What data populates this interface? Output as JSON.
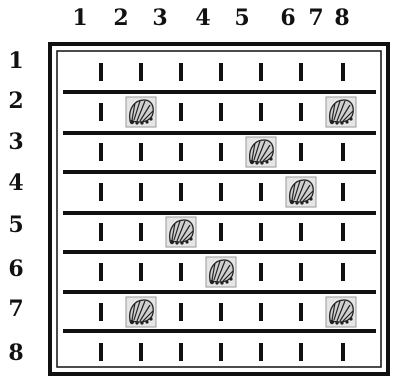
{
  "board": {
    "column_labels": [
      "1",
      "2",
      "3",
      "4",
      "5",
      "6",
      "7",
      "8"
    ],
    "row_labels": [
      "1",
      "2",
      "3",
      "4",
      "5",
      "6",
      "7",
      "8"
    ],
    "ink_color": "#111111",
    "paper_color": "#ffffff",
    "piece_icon": "shell-icon",
    "pieces": [
      {
        "row": 2,
        "col": 2
      },
      {
        "row": 2,
        "col": 7
      },
      {
        "row": 3,
        "col": 5
      },
      {
        "row": 4,
        "col": 6
      },
      {
        "row": 5,
        "col": 3
      },
      {
        "row": 6,
        "col": 4
      },
      {
        "row": 7,
        "col": 2
      },
      {
        "row": 7,
        "col": 7
      }
    ]
  }
}
